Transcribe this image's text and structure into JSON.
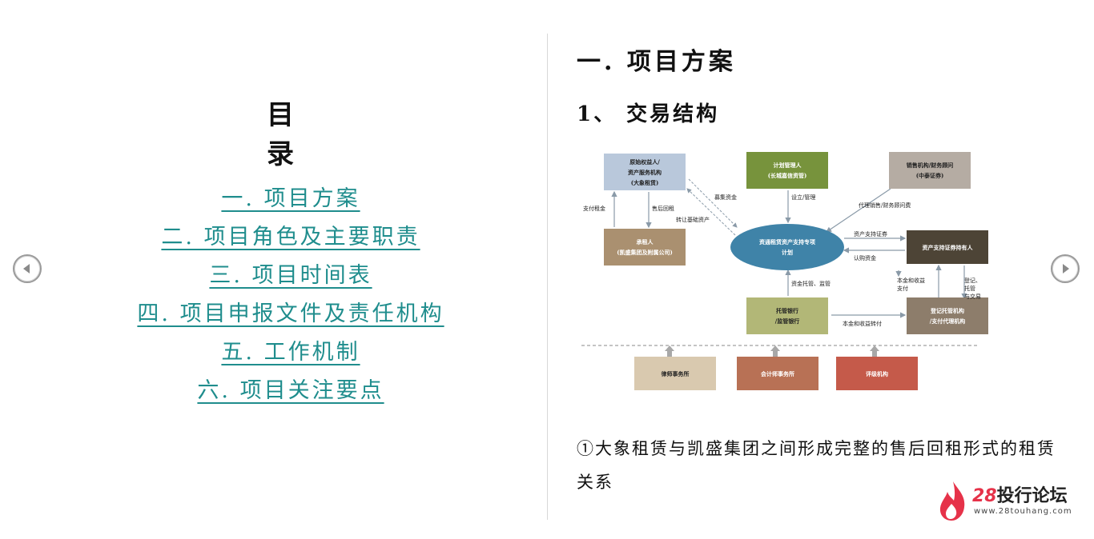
{
  "toc": {
    "title": "目 录",
    "items": [
      {
        "label": "一. 项目方案"
      },
      {
        "label": "二. 项目角色及主要职责"
      },
      {
        "label": "三. 项目时间表"
      },
      {
        "label": "四. 项目申报文件及责任机构"
      },
      {
        "label": "五. 工作机制"
      },
      {
        "label": "六. 项目关注要点"
      }
    ]
  },
  "section": {
    "title": "一. 项目方案",
    "subtitle": "1、 交易结构",
    "body": "①大象租赁与凯盛集团之间形成完整的售后回租形式的租赁关系"
  },
  "diagram": {
    "boxes": {
      "originator": "原始权益人/\n资产服务机构\n(大象租赁)",
      "manager": "计划管理人\n(长城嘉信资管)",
      "sales": "销售机构/财务顾问\n(中泰证券)",
      "lessee": "承租人\n(凯盛集团及附属公司)",
      "spv": "资通租赁资产支持专项\n计划",
      "holders": "资产支持证券持有人",
      "custodian": "托管银行\n/监管银行",
      "registry": "登记托管机构\n/支付代理机构",
      "lawyer": "律师事务所",
      "accountant": "会计师事务所",
      "rating": "评级机构"
    },
    "labels": {
      "rent": "支付租金",
      "leaseback": "售后回租",
      "raise": "募集资金",
      "transfer": "转让基础资产",
      "setup": "设立/管理",
      "agent": "代理销售/财务顾问费",
      "abs": "资产支持证券",
      "subscribe": "认购资金",
      "fundmgmt": "资金托管、监管",
      "principal_pay": "本金和收益\n支付",
      "register": "登记、托管\n与交易",
      "transfer_pay": "本金和收益转付"
    },
    "colors": {
      "originator": "#b9c8db",
      "manager": "#77933c",
      "sales": "#b5aca3",
      "lessee": "#aa9070",
      "spv": "#3f83a8",
      "holders": "#4d4436",
      "custodian": "#b2b777",
      "registry": "#8d7d6b",
      "lawyer": "#d9c9af",
      "accountant": "#b87155",
      "rating": "#c55a4a"
    }
  },
  "logo": {
    "num": "28",
    "name": "投行论坛",
    "url": "www.28touhang.com"
  }
}
